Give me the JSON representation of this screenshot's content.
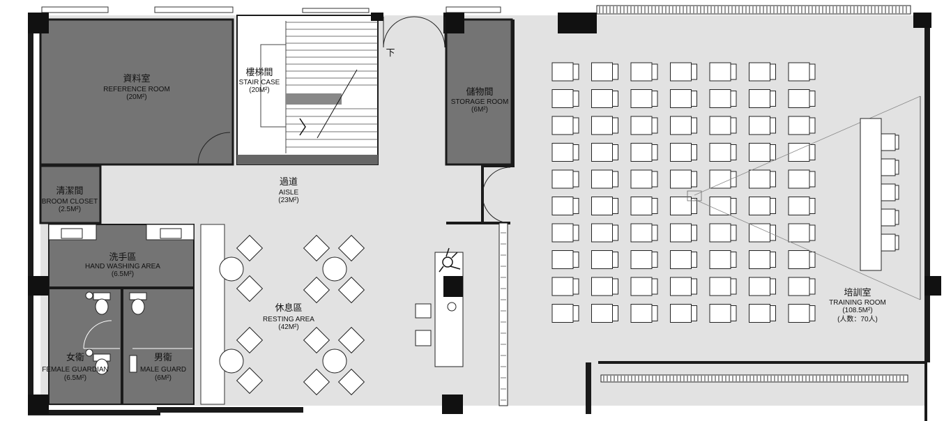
{
  "rooms": {
    "reference": {
      "zh": "資料室",
      "en": "REFERENCE ROOM",
      "area": "(20M²)"
    },
    "stair": {
      "zh": "樓梯間",
      "en": "STAIR CASE",
      "area": "(20M²)",
      "mark": "下"
    },
    "storage": {
      "zh": "儲物間",
      "en": "STORAGE ROOM",
      "area": "(6M²)"
    },
    "aisle": {
      "zh": "過道",
      "en": "AISLE",
      "area": "(23M²)"
    },
    "broom": {
      "zh": "清潔間",
      "en": "BROOM CLOSET",
      "area": "(2.5M²)"
    },
    "washing": {
      "zh": "洗手區",
      "en": "HAND WASHING AREA",
      "area": "(6.5M²)"
    },
    "resting": {
      "zh": "休息區",
      "en": "RESTING AREA",
      "area": "(42M²)"
    },
    "training": {
      "zh": "培訓室",
      "en": "TRAINING ROOM",
      "area": "(108.5M²)",
      "capacity": "(人数：70人)"
    },
    "female": {
      "zh": "女衛",
      "en": "FEMALE GUARDIAN",
      "area": "(6.5M²)"
    },
    "male": {
      "zh": "男衛",
      "en": "MALE GUARD",
      "area": "(6M²)"
    }
  },
  "training_seating": {
    "rows": 10,
    "cols": 7,
    "seats": 70
  },
  "podium_chairs": 5,
  "colors": {
    "dark_room": "#747474",
    "floor": "#e2e2e2",
    "wall": "#1a1a1a",
    "white": "#ffffff"
  }
}
